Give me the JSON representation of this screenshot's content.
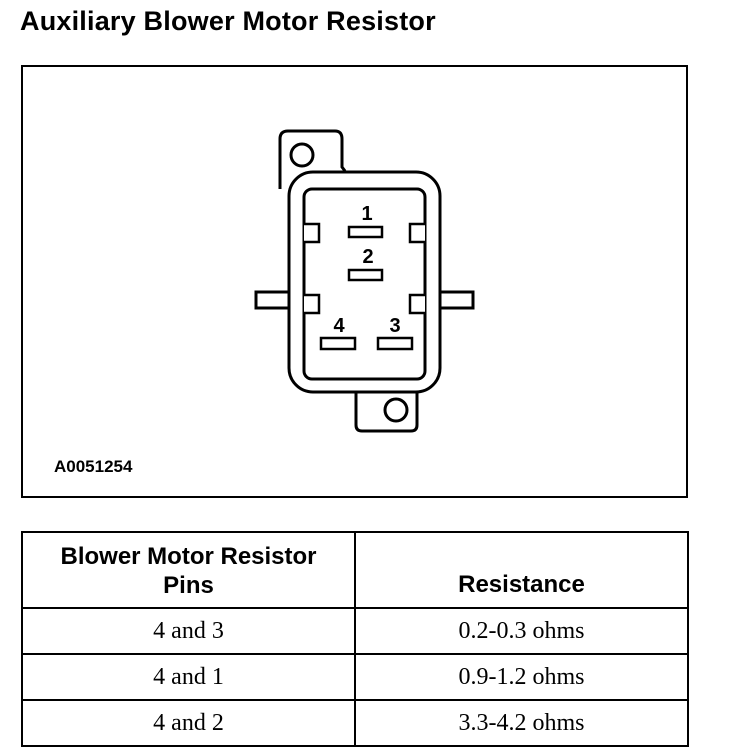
{
  "page": {
    "title": "Auxiliary Blower Motor Resistor"
  },
  "figure": {
    "id": "A0051254",
    "pins": [
      {
        "label": "1"
      },
      {
        "label": "2"
      },
      {
        "label": "4"
      },
      {
        "label": "3"
      }
    ]
  },
  "table": {
    "headers": {
      "pins_line1": "Blower Motor Resistor",
      "pins_line2": "Pins",
      "resistance": "Resistance"
    },
    "rows": [
      {
        "pins": "4 and 3",
        "resistance": "0.2-0.3 ohms"
      },
      {
        "pins": "4 and 1",
        "resistance": "0.9-1.2 ohms"
      },
      {
        "pins": "4 and 2",
        "resistance": "3.3-4.2 ohms"
      }
    ]
  }
}
